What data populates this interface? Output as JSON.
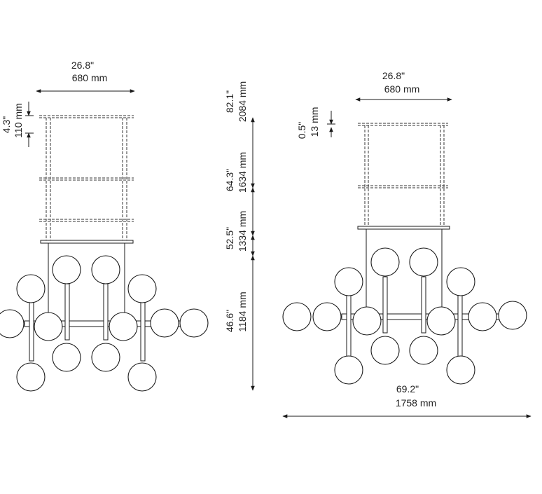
{
  "colors": {
    "line": "#1a1a1a",
    "text": "#222222",
    "background": "#ffffff"
  },
  "left_drawing": {
    "width_imperial": "26.8\"",
    "width_metric": "680 mm",
    "canopy_height_imperial": "4.3\"",
    "canopy_height_metric": "110 mm",
    "heights": [
      {
        "imperial": "82.1\"",
        "metric": "2084 mm"
      },
      {
        "imperial": "64.3\"",
        "metric": "1634 mm"
      },
      {
        "imperial": "52.5\"",
        "metric": "1334 mm"
      },
      {
        "imperial": "46.6\"",
        "metric": "1184 mm"
      }
    ]
  },
  "right_drawing": {
    "width_imperial": "26.8\"",
    "width_metric": "680 mm",
    "canopy_height_imperial": "0.5\"",
    "canopy_height_metric": "13 mm",
    "length_imperial": "69.2\"",
    "length_metric": "1758 mm"
  }
}
